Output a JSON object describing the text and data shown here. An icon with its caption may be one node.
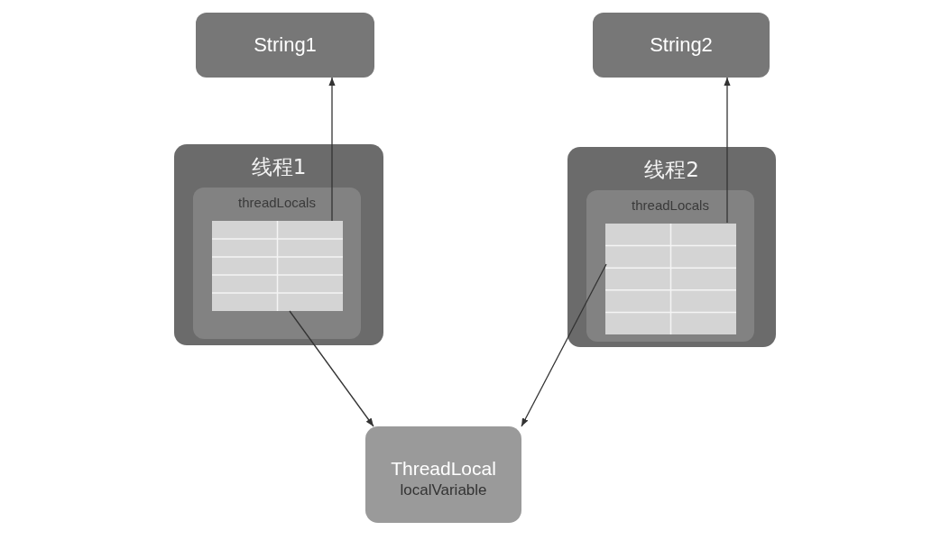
{
  "diagram": {
    "nodes": [
      {
        "text": [
          "String1"
        ]
      },
      {
        "text": [
          "String2"
        ]
      },
      {
        "text": [
          "线程1"
        ]
      },
      {
        "text": [
          "threadLocals"
        ],
        "in": 2
      },
      {
        "text": [],
        "shape": "box",
        "in": 3
      },
      {
        "text": [
          "线程2"
        ]
      },
      {
        "text": [
          "threadLocals"
        ],
        "in": 5
      },
      {
        "text": [],
        "shape": "box",
        "in": 6
      },
      {
        "text": [
          "ThreadLocal",
          "localVariable"
        ]
      }
    ],
    "edges": [
      {
        "from": 4,
        "to": 0,
        "arrow": "to"
      },
      {
        "from": 4,
        "to": 8,
        "arrow": "to"
      },
      {
        "from": 7,
        "to": 1,
        "arrow": "to"
      },
      {
        "from": 7,
        "to": 8,
        "arrow": "to"
      }
    ]
  }
}
